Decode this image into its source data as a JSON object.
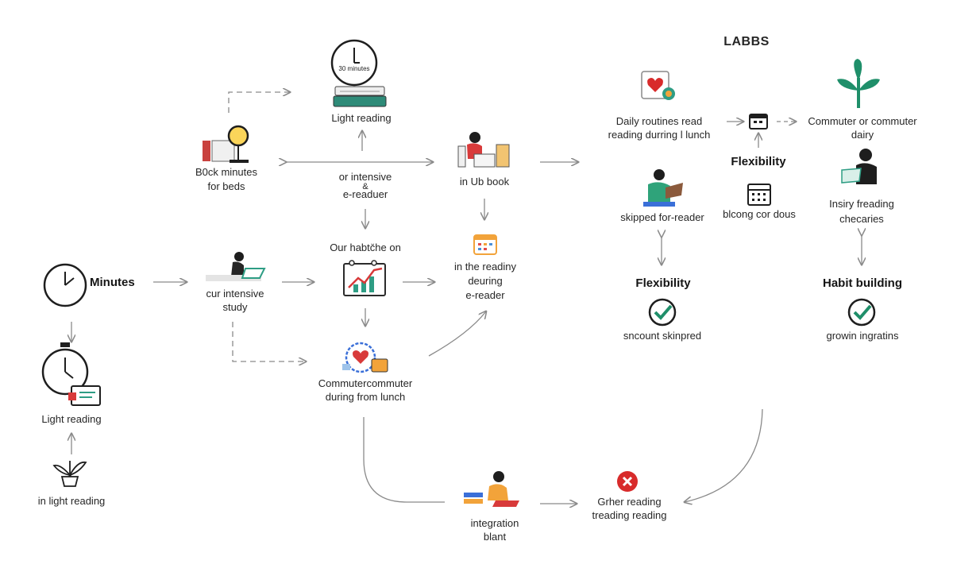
{
  "header": {
    "title": "LABBS"
  },
  "nodes": {
    "timer_top": {
      "clock_text": "30 minutes",
      "label": "Light reading"
    },
    "bock_minutes": {
      "label_line1": "B0ck minutes",
      "label_line2": "for beds"
    },
    "center_mid": {
      "line1": "or intensive",
      "line2": "&",
      "line3": "e-readuer"
    },
    "in_ub_book": {
      "label": "in Ub book"
    },
    "minutes": {
      "label": "Minutes"
    },
    "intensive_study": {
      "line1": "cur intensive",
      "line2": "study"
    },
    "habit_chart": {
      "label": "Our habtc̆he on"
    },
    "reading_calendar": {
      "line1": "in the readiny",
      "line2": "deuring",
      "line3": "e-reader"
    },
    "light_reading_left": {
      "label": "Light reading"
    },
    "in_light_reading": {
      "label": "in light reading"
    },
    "commuter_lunch": {
      "line1": "Commutercommuter",
      "line2": "during from lunch"
    },
    "integration_blant": {
      "line1": "integration",
      "line2": "blant"
    },
    "other_reading": {
      "line1": "Grher reading",
      "line2": "treading reading"
    },
    "daily_routines": {
      "line1": "Daily routines  read",
      "line2": "reading durring l lunch"
    },
    "commuter_daily": {
      "line1": "Commuter or commuter",
      "line2": "dairy"
    },
    "flexibility_top": {
      "label": "Flexibility"
    },
    "skipped_reader": {
      "label": "skipped for-reader"
    },
    "blcong": {
      "label": "blcong cor dous"
    },
    "insiry_freading": {
      "line1": "Insiry freading",
      "line2": "checaries"
    },
    "flexibility_mid": {
      "label": "Flexibility"
    },
    "habit_building": {
      "label": "Habit building"
    },
    "sncount_skipped": {
      "label": "sncount skinpred"
    },
    "growin_ingratins": {
      "label": "growin ingratins"
    }
  },
  "colors": {
    "accent_green": "#1f8f6a",
    "accent_red": "#d42b2b",
    "accent_orange": "#f2a33a",
    "arrow_grey": "#8a8a8a"
  }
}
